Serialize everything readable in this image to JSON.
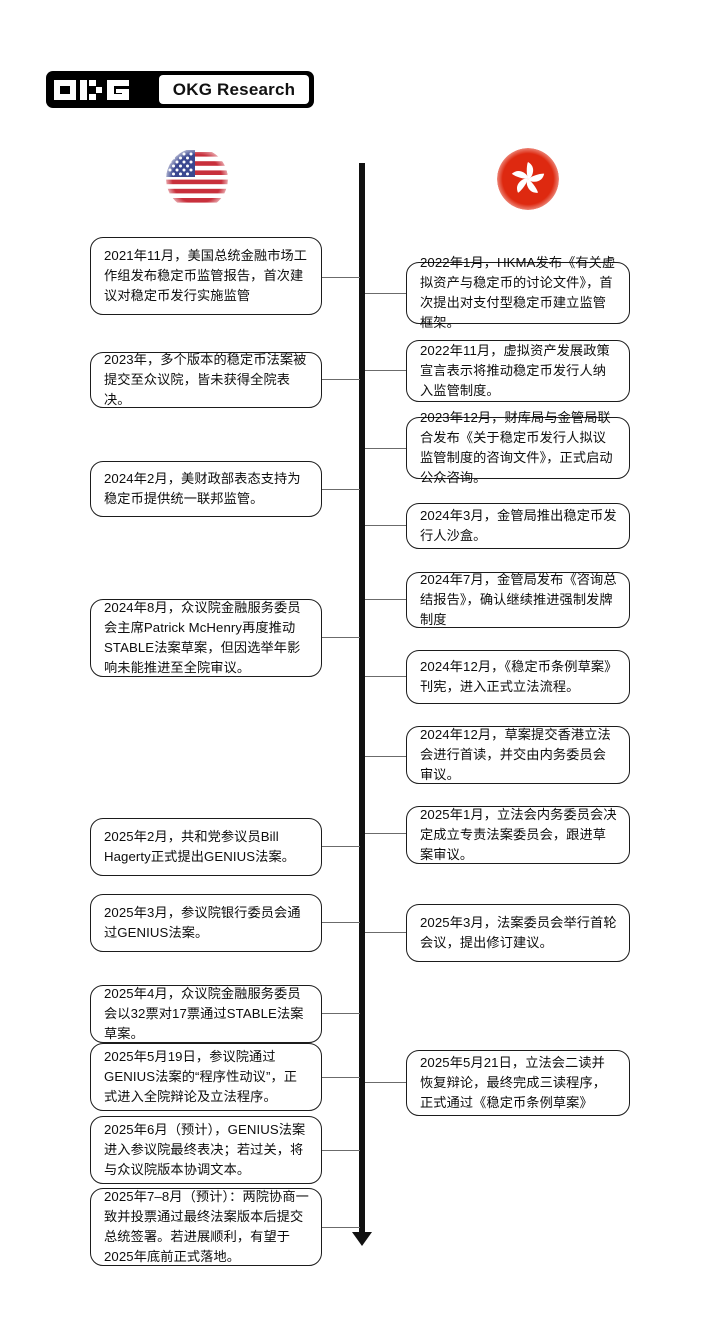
{
  "brand": {
    "logo_mark_icon": "okg-logo-icon",
    "wordmark": "OKG Research"
  },
  "regions": [
    {
      "id": "us",
      "flag_icon": "flag-united-states-icon",
      "name": "United States"
    },
    {
      "id": "hk",
      "flag_icon": "flag-hong-kong-icon",
      "name": "Hong Kong"
    }
  ],
  "timeline": {
    "arrow_direction": "down",
    "spine_color": "#111111"
  },
  "events_us": [
    {
      "text": "2021年11月，美国总统金融市场工作组发布稳定币监管报告，首次建议对稳定币发行实施监管"
    },
    {
      "text": " 2023年，多个版本的稳定币法案被提交至众议院，皆未获得全院表决。"
    },
    {
      "text": "2024年2月，美财政部表态支持为稳定币提供统一联邦监管。"
    },
    {
      "text": "2024年8月，众议院金融服务委员会主席Patrick McHenry再度推动STABLE法案草案，但因选举年影响未能推进至全院审议。"
    },
    {
      "text": "2025年2月，共和党参议员Bill Hagerty正式提出GENIUS法案。"
    },
    {
      "text": "2025年3月，参议院银行委员会通过GENIUS法案。"
    },
    {
      "text": "2025年4月，众议院金融服务委员会以32票对17票通过STABLE法案草案。"
    },
    {
      "text": "2025年5月19日，参议院通过GENIUS法案的“程序性动议”，正式进入全院辩论及立法程序。"
    },
    {
      "text": "2025年6月（预计），GENIUS法案进入参议院最终表决；若过关，将与众议院版本协调文本。"
    },
    {
      "text": "2025年7–8月（预计）：两院协商一致并投票通过最终法案版本后提交总统签署。若进展顺利，有望于2025年底前正式落地。"
    }
  ],
  "events_hk": [
    {
      "text": "2022年1月，HKMA发布《有关虚拟资产与稳定币的讨论文件》，首次提出对支付型稳定币建立监管框架。"
    },
    {
      "text": "2022年11月，虚拟资产发展政策宣言表示将推动稳定币发行人纳入监管制度。"
    },
    {
      "text": "2023年12月，财库局与金管局联合发布《关于稳定币发行人拟议监管制度的咨询文件》，正式启动公众咨询。"
    },
    {
      "text": "2024年3月，金管局推出稳定币发行人沙盒。"
    },
    {
      "text": "2024年7月，金管局发布《咨询总结报告》，确认继续推进强制发牌制度"
    },
    {
      "text": "2024年12月，《稳定币条例草案》刊宪，进入正式立法流程。"
    },
    {
      "text": "2024年12月，草案提交香港立法会进行首读，并交由内务委员会审议。"
    },
    {
      "text": "2025年1月，立法会内务委员会决定成立专责法案委员会，跟进草案审议。"
    },
    {
      "text": "2025年3月，法案委员会举行首轮会议，提出修订建议。"
    },
    {
      "text": "2025年5月21日，立法会二读并恢复辩论，最终完成三读程序，正式通过《稳定币条例草案》"
    }
  ]
}
